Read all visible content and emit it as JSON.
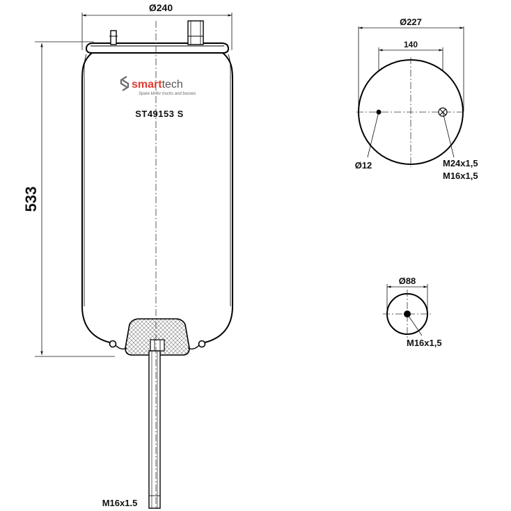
{
  "main_view": {
    "diameter_label": "Ø240",
    "height_label": "533",
    "thread_label": "M16x1.5",
    "brand": {
      "name_part1": "smart",
      "name_part2": "tech",
      "tagline": "Spare kit for trucks and busses",
      "logo_icon": "s-logo-icon"
    },
    "part_number": "ST49153 S"
  },
  "top_view": {
    "outer_diameter_label": "Ø227",
    "bolt_spacing_label": "140",
    "hole_label": "Ø12",
    "thread_labels": [
      "M24x1,5",
      "M16x1,5"
    ]
  },
  "bottom_view": {
    "diameter_label": "Ø88",
    "thread_label": "M16x1,5"
  },
  "colors": {
    "line": "#000000",
    "brand_red": "#e03a2f",
    "brand_gray": "#555555",
    "piston_fill": "#cfcfcf"
  }
}
